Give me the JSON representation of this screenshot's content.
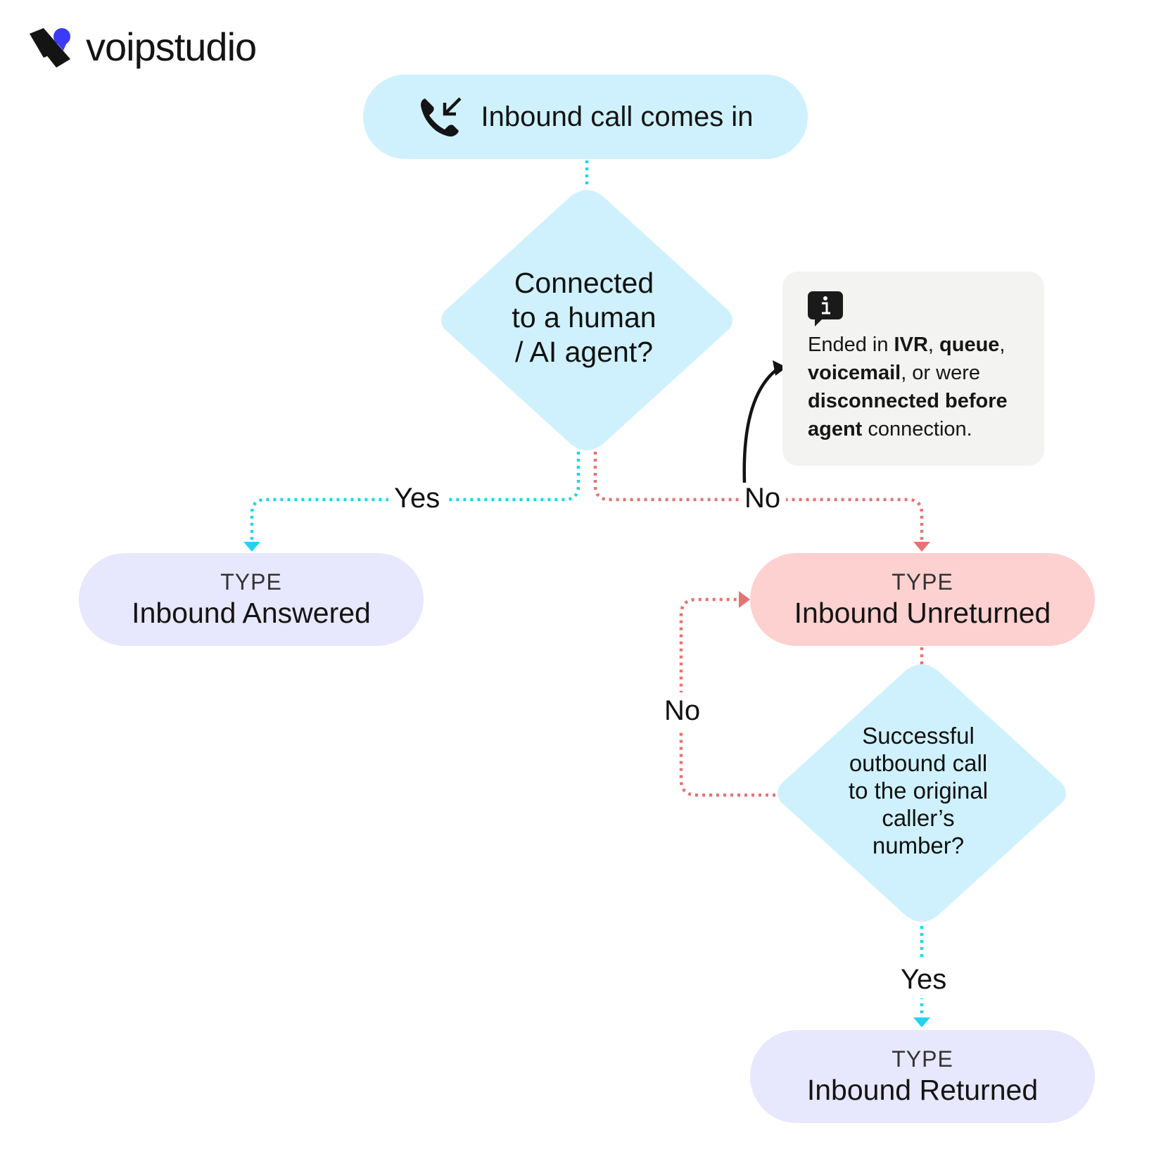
{
  "brand": {
    "name": "voipstudio"
  },
  "nodes": {
    "start": {
      "label": "Inbound call comes in",
      "icon": "incoming-call-icon"
    },
    "decision_connected": {
      "line1": "Connected",
      "line2": "to a human",
      "line3": "/ AI agent?"
    },
    "answered": {
      "type_label": "TYPE",
      "title": "Inbound Answered"
    },
    "unreturned": {
      "type_label": "TYPE",
      "title": "Inbound Unreturned"
    },
    "decision_outbound": {
      "line1": "Successful",
      "line2": "outbound call",
      "line3": "to the original",
      "line4": "caller’s",
      "line5": "number?"
    },
    "returned": {
      "type_label": "TYPE",
      "title": "Inbound Returned"
    }
  },
  "edges": {
    "yes_1": "Yes",
    "no_1": "No",
    "no_2": "No",
    "yes_2": "Yes"
  },
  "note": {
    "icon": "info-icon",
    "t1": "Ended in ",
    "b1": "IVR",
    "t2": ", ",
    "b2": "queue",
    "t3": ",",
    "b3": "voicemail",
    "t4": ", or were",
    "b4": "disconnected before",
    "b5": "agent",
    "t5": " connection."
  },
  "colors": {
    "light_blue": "#cff1fd",
    "lavender": "#e7e7fd",
    "pink": "#fdd1cf",
    "cyan_line": "#22d3ee",
    "red_line": "#e57373",
    "brand_accent": "#3b3bf5"
  }
}
